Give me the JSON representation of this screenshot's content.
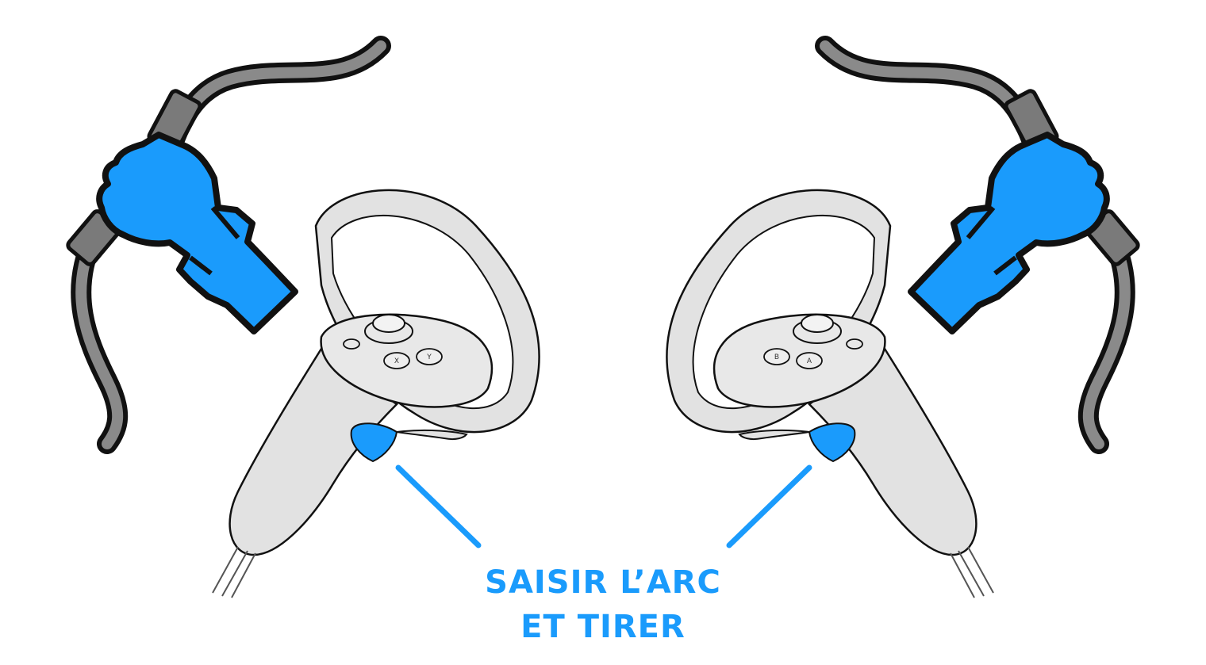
{
  "caption": {
    "line1": "SAISIR L’ARC",
    "line2": "ET TIRER"
  },
  "controllers": {
    "left": {
      "buttons": [
        "X",
        "Y"
      ],
      "highlighted_control": "grip-trigger"
    },
    "right": {
      "buttons": [
        "A",
        "B"
      ],
      "highlighted_control": "grip-trigger"
    }
  },
  "icons": {
    "left_hand": "fist-holding-bow-icon",
    "right_hand": "fist-holding-bow-icon",
    "controllers": "vr-touch-controller-icon"
  },
  "colors": {
    "accent": "#1a9bfc",
    "outline": "#111111",
    "controller_fill": "#e2e2e2",
    "bow_fill": "#8a8a8a",
    "background": "#ffffff"
  }
}
